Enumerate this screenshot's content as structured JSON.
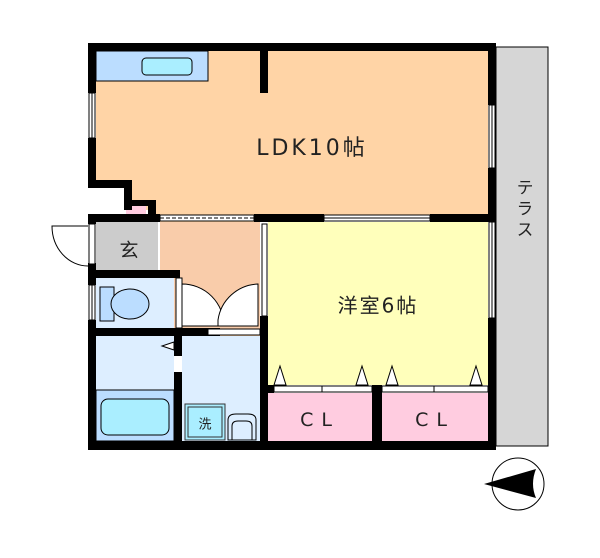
{
  "floorplan": {
    "rooms": {
      "ldk": {
        "label": "LDK10帖",
        "color": "#ffd4a6"
      },
      "western_room": {
        "label": "洋室6帖",
        "color": "#ffffbb"
      },
      "closet_left": {
        "label": "CL",
        "color": "#ffcce0"
      },
      "closet_right": {
        "label": "CL",
        "color": "#ffcce0"
      },
      "entrance": {
        "label": "玄",
        "color": "#cccccc"
      },
      "terrace": {
        "label": "テラス",
        "color": "#d6d6d6"
      },
      "toilet": {
        "label": "",
        "color": "#ddeeff"
      },
      "bathroom": {
        "label": "",
        "color": "#ddeeff"
      },
      "washroom": {
        "label": "",
        "color": "#ddeeff"
      },
      "washing_machine": {
        "label": "洗",
        "color": "#aaeeff"
      }
    },
    "colors": {
      "wall": "#000000",
      "fixture_blue": "#aaeeff",
      "kitchen_counter": "#bbddff"
    },
    "compass": {
      "direction": "west-pointing arrow"
    }
  }
}
